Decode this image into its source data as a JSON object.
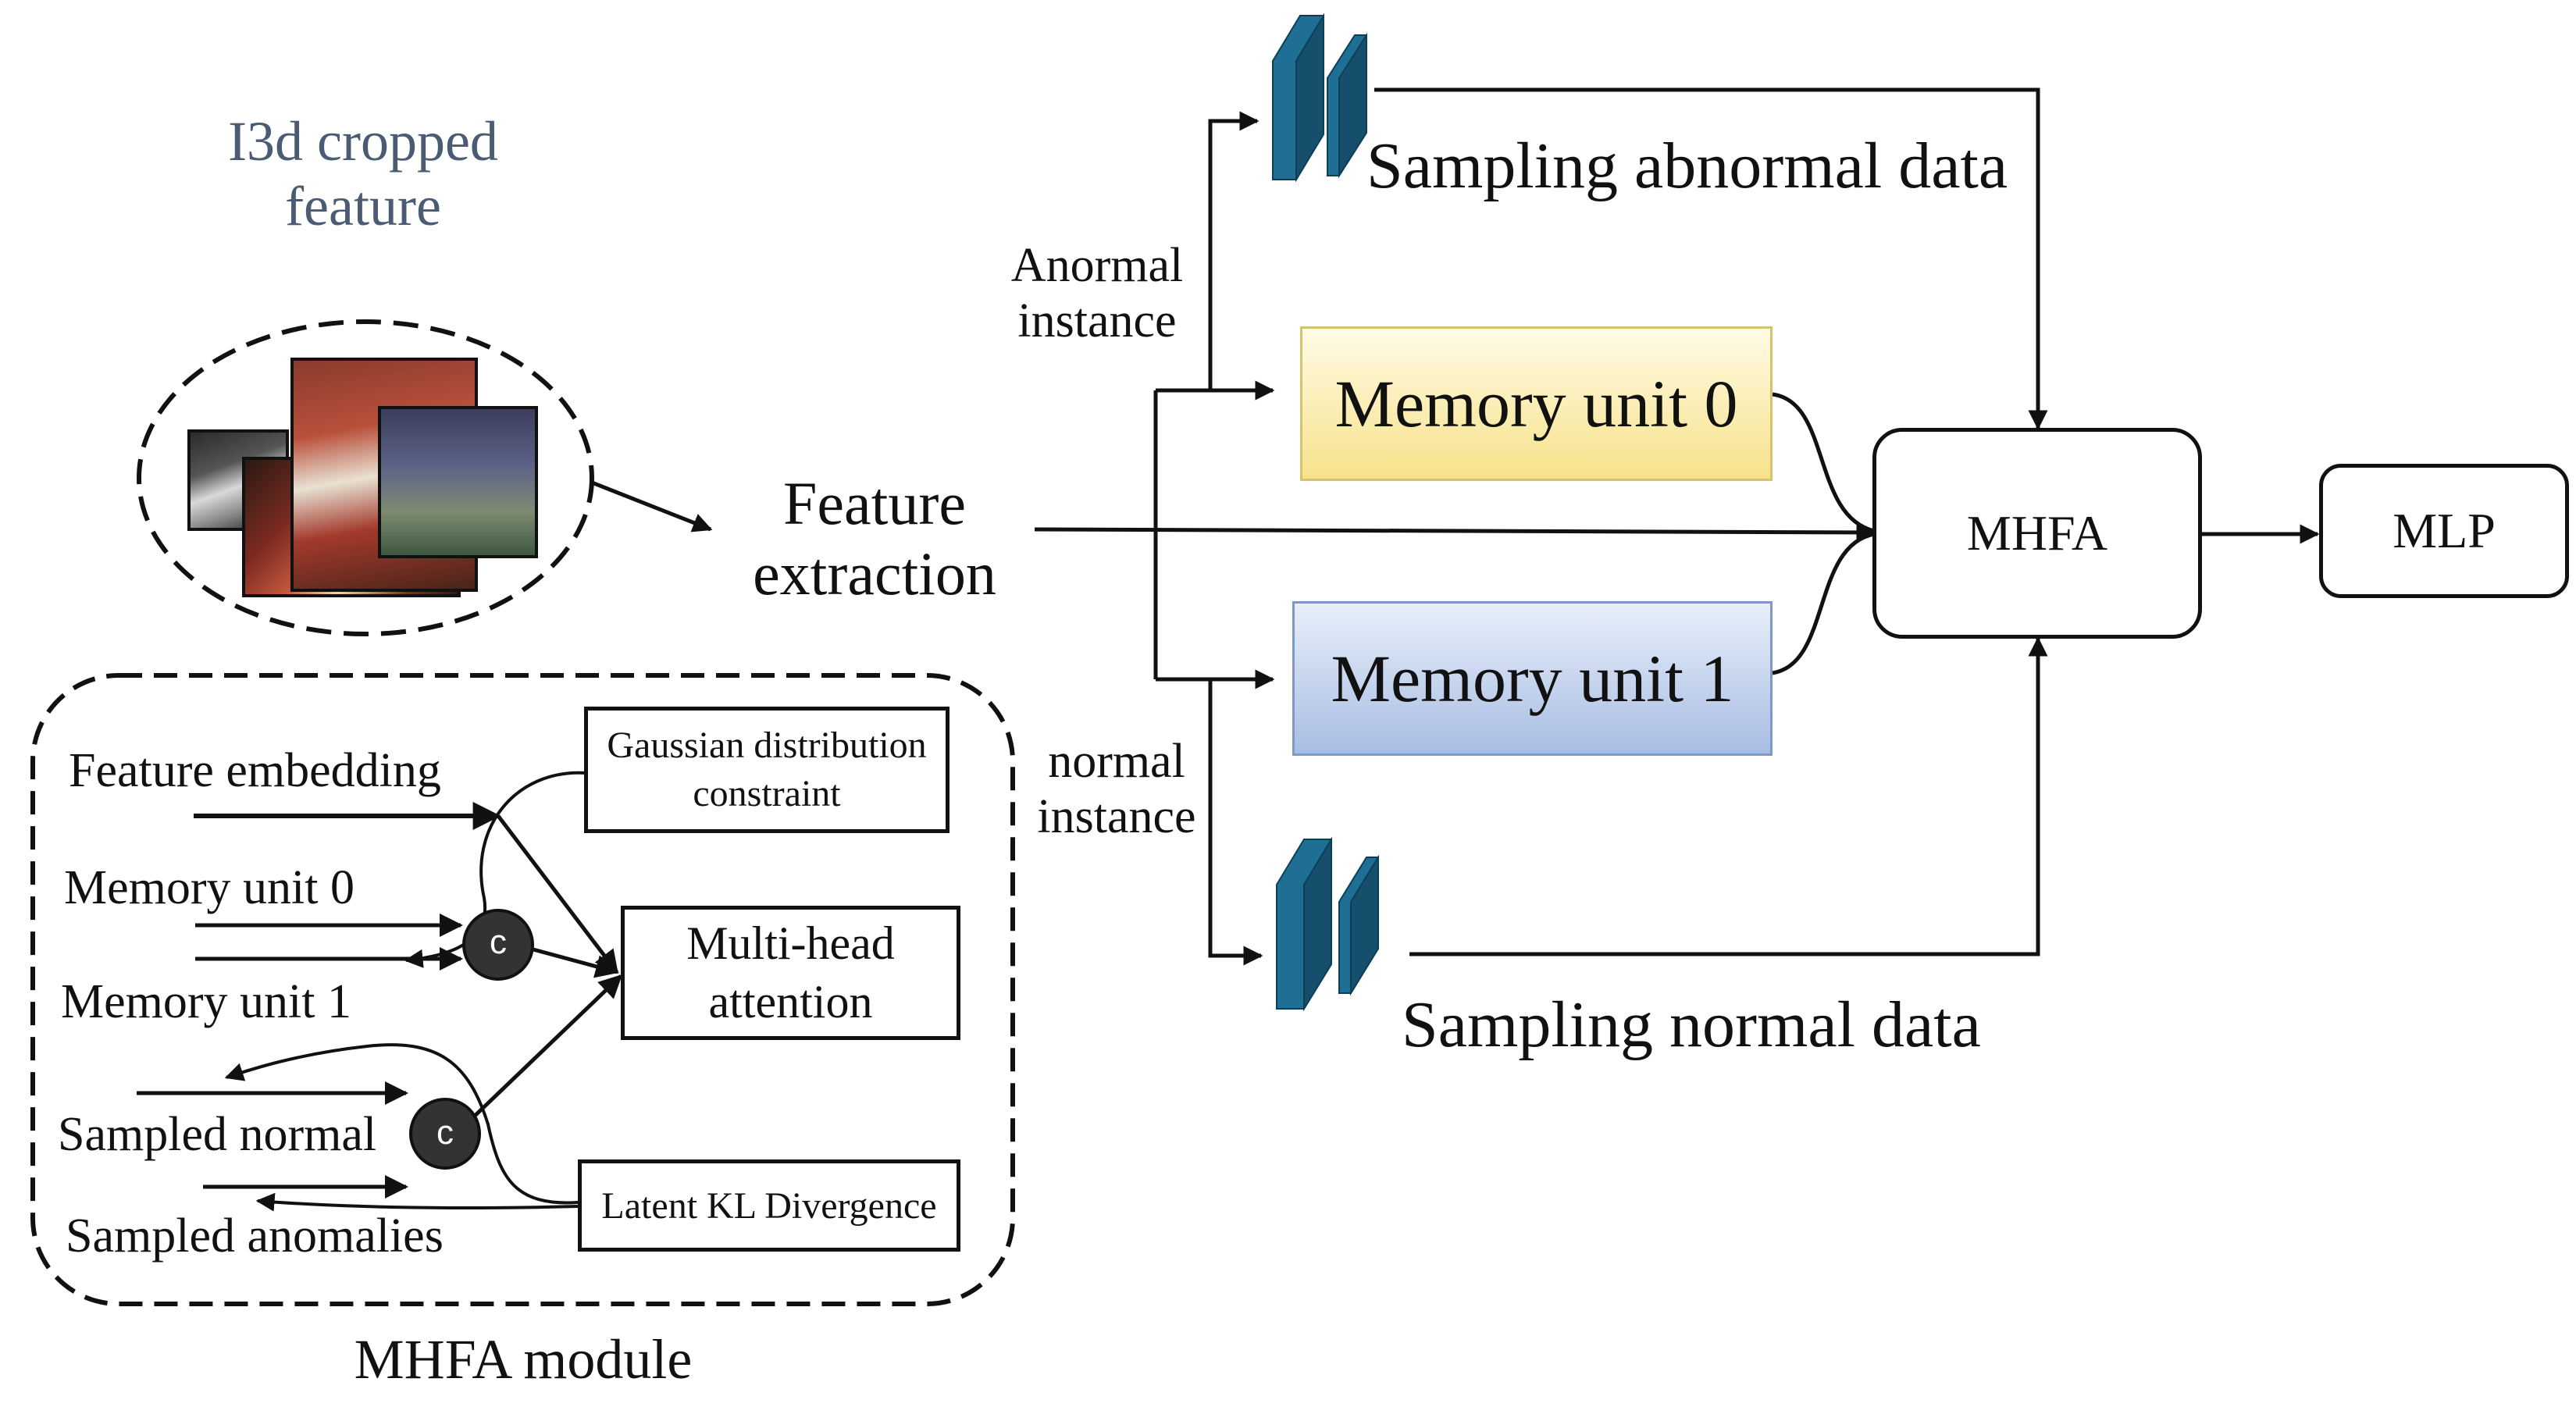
{
  "input": {
    "title_line1": "I3d cropped",
    "title_line2": "feature",
    "title_color": "#4a5b73",
    "thumbnails": [
      "street-scene-icon",
      "basketball-crowd-icon",
      "basketball-court-icon"
    ]
  },
  "extraction": {
    "line1": "Feature",
    "line2": "extraction"
  },
  "branches": {
    "abnormal_line1": "Anormal",
    "abnormal_line2": "instance",
    "normal_line1": "normal",
    "normal_line2": "instance"
  },
  "sampling": {
    "abnormal": "Sampling abnormal data",
    "normal": "Sampling normal data",
    "block_color": "#1f6f95"
  },
  "memory": {
    "unit0": "Memory unit 0",
    "unit1": "Memory unit 1",
    "unit0_color": "#f7e28a",
    "unit1_color": "#a8bde3"
  },
  "mhfa": "MHFA",
  "mlp": "MLP",
  "module": {
    "caption": "MHFA module",
    "inputs": {
      "feature_embedding": "Feature embedding",
      "memory_unit_0": "Memory unit 0",
      "memory_unit_1": "Memory unit 1",
      "sampled_normal": "Sampled normal",
      "sampled_anomalies": "Sampled anomalies"
    },
    "blocks": {
      "gaussian_line1": "Gaussian distribution",
      "gaussian_line2": "constraint",
      "attention_line1": "Multi-head",
      "attention_line2": "attention",
      "kl": "Latent KL Divergence"
    },
    "concat_symbol": "c"
  }
}
